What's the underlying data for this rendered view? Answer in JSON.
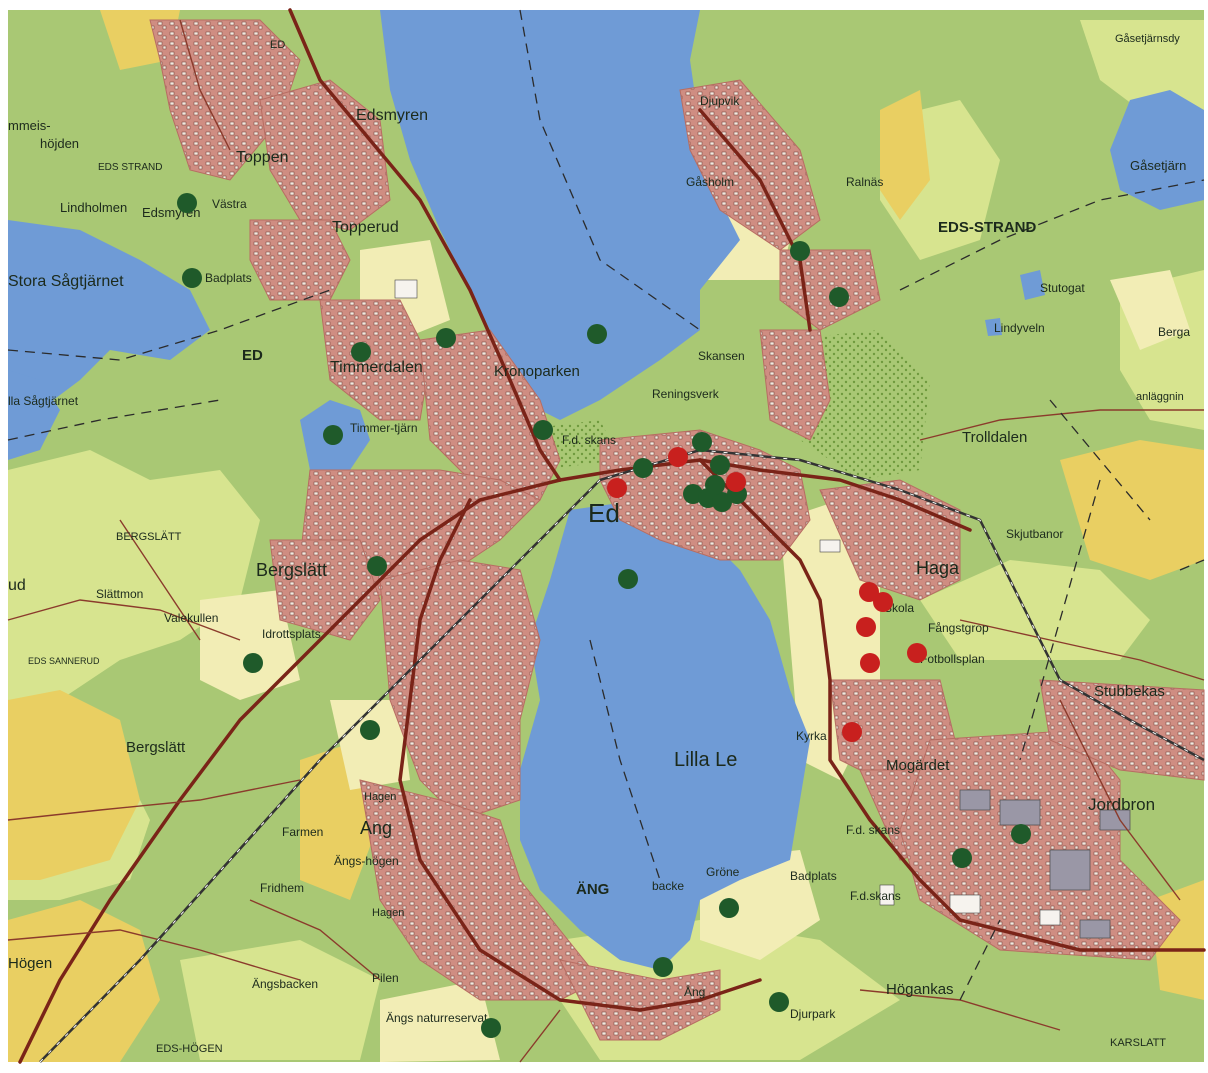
{
  "map": {
    "colors": {
      "forest": "#a9c874",
      "meadow": "#d7e48f",
      "field": "#e9cf62",
      "pale": "#f2edb5",
      "water": "#6f9bd6",
      "urban": "#cf8d82",
      "urban_dark": "#b76d62",
      "road": "#7a2418",
      "rail": "#333333",
      "green_dot": "#1f5a2a",
      "red_dot": "#c8201e"
    },
    "labels": {
      "edsmyren": "Edsmyren",
      "djupvik": "Djupvik",
      "gasetjarnsdy": "Gåsetjärnsdy",
      "gasetjarn": "Gåsetjärn",
      "ed_top": "ED",
      "mmeis": "mmeis-",
      "hojden": "höjden",
      "eds_strand_w": "EDS STRAND",
      "toppen": "Toppen",
      "lindholmen": "Lindholmen",
      "edsmyren2": "Edsmyren",
      "vastra": "Västra",
      "topperud": "Topperud",
      "gasholm": "Gåsholm",
      "ralnas": "Ralnäs",
      "eds_strand_e": "EDS-STRAND",
      "stora_sagtjarnet": "Stora Sågtjärnet",
      "badplats1": "Badplats",
      "stutogat": "Stutogat",
      "lindyveln": "Lindyveln",
      "berga": "Berga",
      "ed_mid": "ED",
      "timmerdalen": "Timmerdalen",
      "kronoparken": "Kronoparken",
      "skansen": "Skansen",
      "lilla_sagtjarnet": "lla Sågtjärnet",
      "reningsverk": "Reningsverk",
      "anlaggnin": "anläggnin",
      "timmertjarn": "Timmer-tjärn",
      "fd_skans1": "F.d. skans",
      "trolldalen": "Trolldalen",
      "ed_center": "Ed",
      "bergslatt_cap": "BERGSLÄTT",
      "skjutbanor": "Skjutbanor",
      "bergslatt1": "Bergslätt",
      "haga": "Haga",
      "ud": "ud",
      "slattmon": "Slättmon",
      "valekullen": "Valekullen",
      "skola": "Skola",
      "fangstgrop": "Fångstgrop",
      "idrottsplats": "Idrottsplats",
      "eds_sannerud": "EDS SANNERUD",
      "fotbollsplan": "Fotbollsplan",
      "stubbekas": "Stubbekas",
      "bergslatt2": "Bergslätt",
      "kyrka": "Kyrka",
      "lilla_le": "Lilla Le",
      "mogardet": "Mogärdet",
      "jordbron": "Jordbron",
      "hagen": "Hagen",
      "ang_big": "Ang",
      "farmen": "Farmen",
      "fd_skans2": "F.d. skans",
      "angs_hogen": "Ängs-högen",
      "fridhem": "Fridhem",
      "ang_cap": "ÄNG",
      "backe": "backe",
      "grone": "Gröne",
      "badplats2": "Badplats",
      "fd_skans3": "F.d.skans",
      "hagen2": "Hagen",
      "hogen": "Högen",
      "pilen": "Pilen",
      "angsbacken": "Ängsbacken",
      "aang": "Ång",
      "hogankas": "Högankas",
      "angs_naturreservat": "Ängs naturreservat",
      "djurpark": "Djurpark",
      "eds_hogen": "EDS-HÖGEN",
      "karslatt": "KARSLATT"
    }
  }
}
